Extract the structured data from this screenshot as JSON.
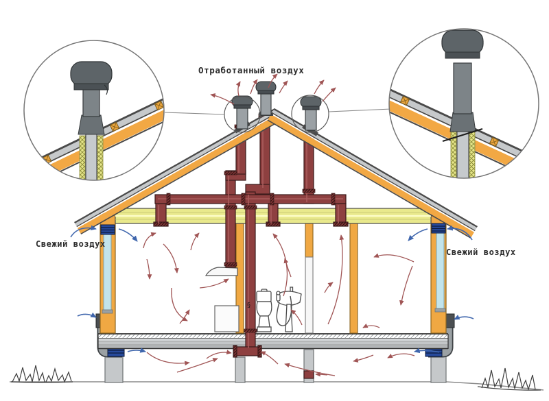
{
  "diagram": {
    "labels": {
      "exhaust_air": "Отработанный воздух",
      "fresh_air_left": "Свежий воздух",
      "fresh_air_right": "Свежий воздух",
      "damper_mark": "§"
    },
    "colors": {
      "exhaust_duct": "#8e4040",
      "exhaust_duct_dark": "#3a1a1a",
      "wood_frame": "#f2a844",
      "ceiling_insulation": "#e9e98c",
      "fresh_duct": "#c2e4ec",
      "intake_grille": "#274a9c",
      "metal_cap": "#5d6468",
      "metal_pipe": "#9ba1a5",
      "warm_airflow_arrow": "#a05555",
      "fresh_airflow_arrow": "#3f66ad",
      "background": "#ffffff"
    }
  }
}
